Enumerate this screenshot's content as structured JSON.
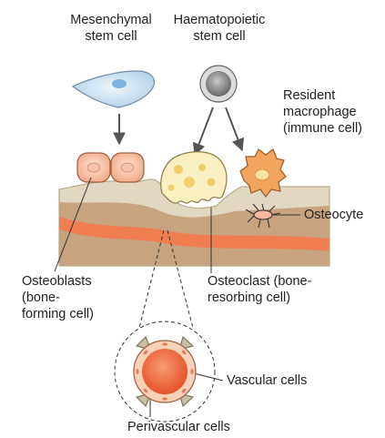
{
  "labels": {
    "mesenchymal": [
      "Mesenchymal",
      "stem cell"
    ],
    "haematopoietic": [
      "Haematopoietic",
      "stem cell"
    ],
    "macrophage": [
      "Resident",
      "macrophage",
      "(immune cell)"
    ],
    "osteocyte": [
      "Osteocyte"
    ],
    "osteoblasts": [
      "Osteoblasts",
      "(bone-",
      "forming cell)"
    ],
    "osteoclast": [
      "Osteoclast (bone-",
      "resorbing cell)"
    ],
    "vascular": [
      "Vascular cells"
    ],
    "perivascular": [
      "Perivascular cells"
    ]
  },
  "colors": {
    "bone_surface": "#e2d7c0",
    "marrow_band": "#c7a37f",
    "vessel": "#f07e50",
    "stem_cell": "#cfe4f4",
    "haematopoietic_cell": "#909090",
    "osteoblast": "#f7c3a6",
    "osteoclast": "#fbf0c2",
    "osteoclast_nuclei": "#f2cd6a",
    "macrophage": "#f3a45f",
    "vessel_lumen": "#f2673a",
    "vascular_ring": "#f8d2b8",
    "perivascular_cell": "#c8bda5"
  }
}
